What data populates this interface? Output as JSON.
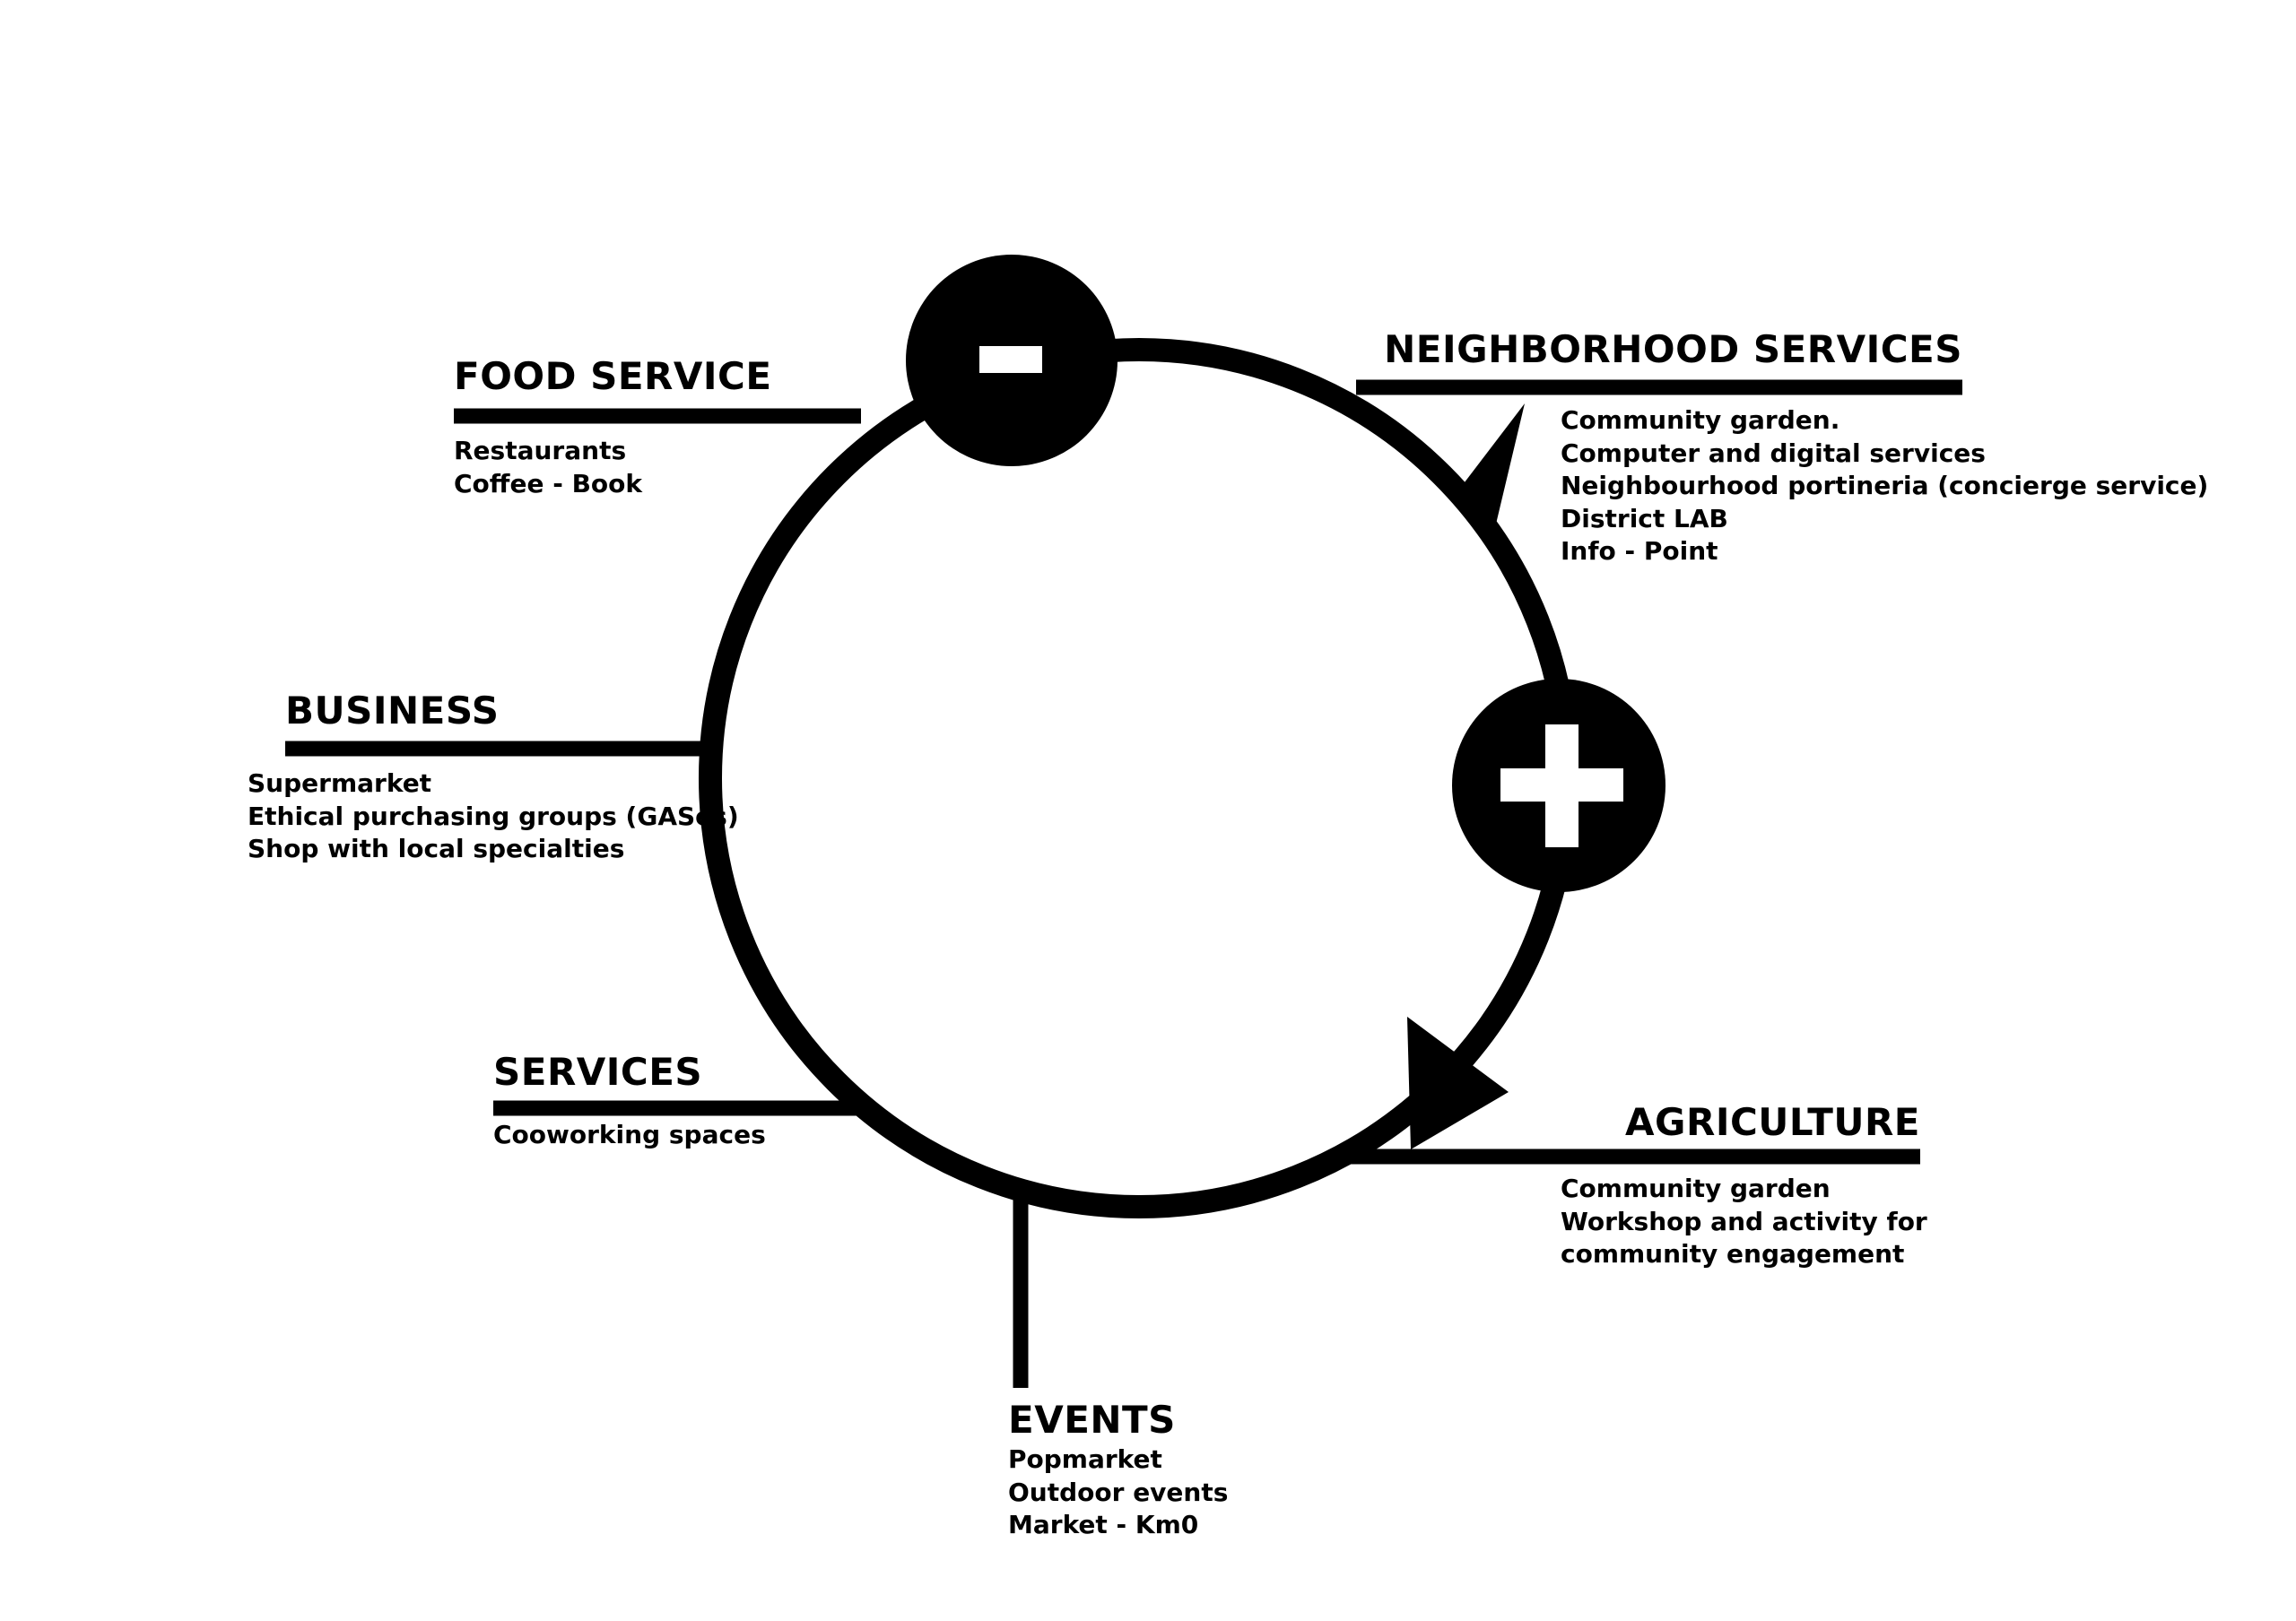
{
  "diagram": {
    "minus_symbol": "minus-icon",
    "plus_symbol": "plus-icon",
    "flow_direction": "clockwise",
    "colors": {
      "ink": "#000000",
      "background": "#ffffff"
    },
    "categories": {
      "food_service": {
        "title": "FOOD SERVICE",
        "items": [
          "Restaurants",
          "Coffee - Book"
        ]
      },
      "business": {
        "title": "BUSINESS",
        "items": [
          "Supermarket",
          "Ethical purchasing groups (GASes)",
          "Shop with local specialties"
        ]
      },
      "services": {
        "title": "SERVICES",
        "items": [
          "Cooworking spaces"
        ]
      },
      "events": {
        "title": "EVENTS",
        "items": [
          "Popmarket",
          "Outdoor events",
          "Market - Km0"
        ]
      },
      "neighborhood_services": {
        "title": "NEIGHBORHOOD SERVICES",
        "items": [
          "Community garden.",
          "Computer and digital services",
          "Neighbourhood portineria (concierge service)",
          "District LAB",
          "Info - Point"
        ]
      },
      "agriculture": {
        "title": "AGRICULTURE",
        "items": [
          "Community garden",
          "Workshop and activity for",
          "community engagement"
        ]
      }
    }
  }
}
